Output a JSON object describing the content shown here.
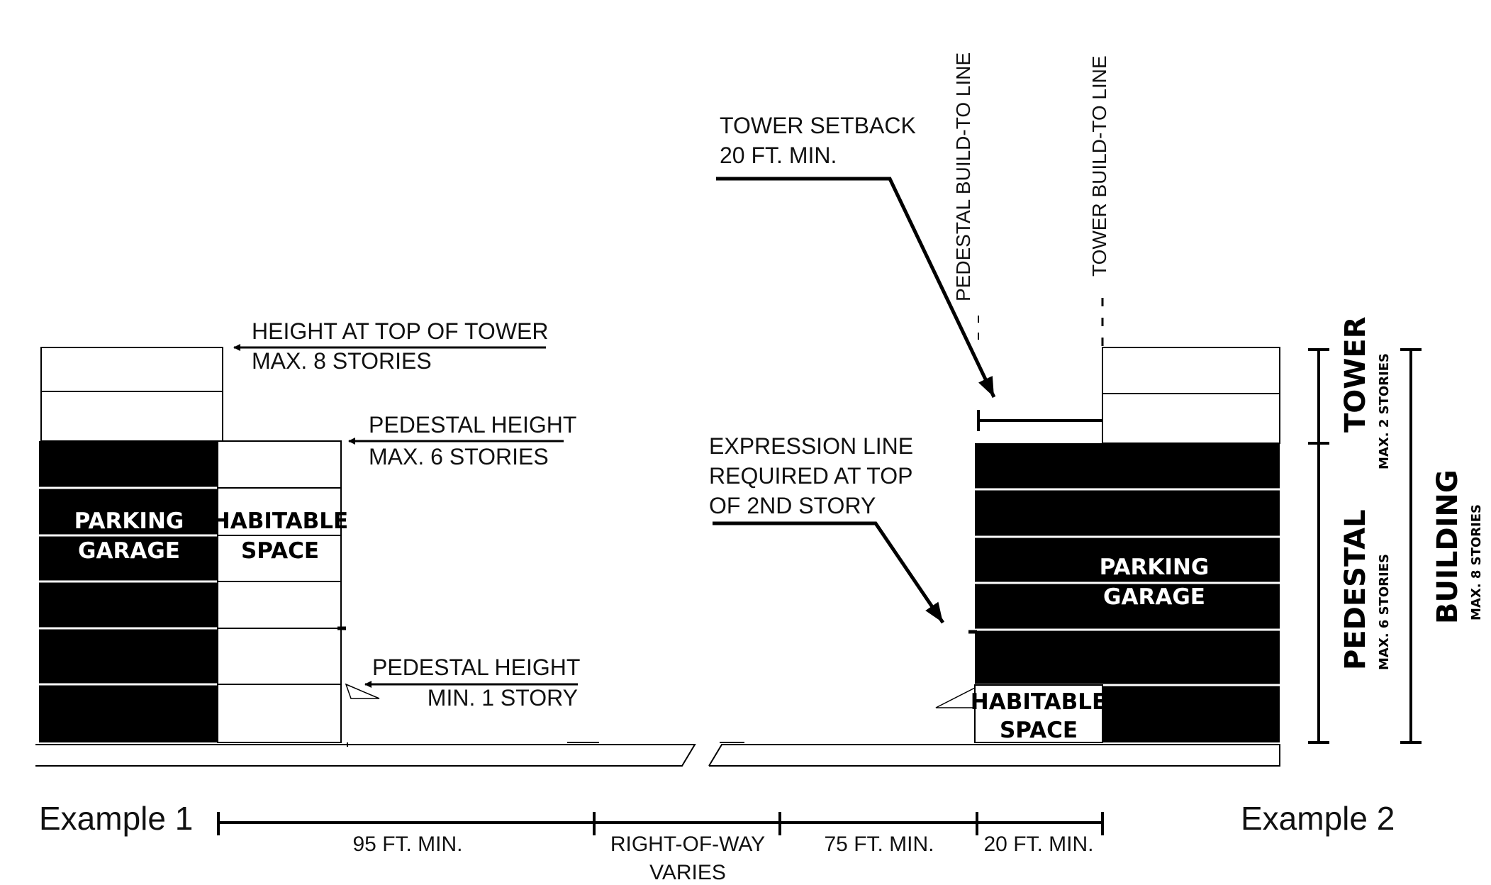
{
  "labels": {
    "height_top_tower_l1": "HEIGHT AT TOP OF TOWER",
    "height_top_tower_l2": "MAX. 8 STORIES",
    "pedestal_height_max_l1": "PEDESTAL HEIGHT",
    "pedestal_height_max_l2": "MAX. 6 STORIES",
    "pedestal_height_min_l1": "PEDESTAL HEIGHT",
    "pedestal_height_min_l2": "MIN. 1 STORY",
    "tower_setback_l1": "TOWER SETBACK",
    "tower_setback_l2": "20 FT. MIN.",
    "expression_l1": "EXPRESSION LINE",
    "expression_l2": "REQUIRED AT TOP",
    "expression_l3": "OF 2ND STORY",
    "pedestal_btl": "PEDESTAL BUILD-TO LINE",
    "tower_btl": "TOWER BUILD-TO LINE"
  },
  "blocks": {
    "parking1_l1": "PARKING",
    "parking1_l2": "GARAGE",
    "habitable1_l1": "HABITABLE",
    "habitable1_l2": "SPACE",
    "parking2_l1": "PARKING",
    "parking2_l2": "GARAGE",
    "habitable2_l1": "HABITABLE",
    "habitable2_l2": "SPACE"
  },
  "side": {
    "tower": "TOWER",
    "tower_sub": "MAX. 2 STORIES",
    "pedestal": "PEDESTAL",
    "pedestal_sub": "MAX. 6 STORIES",
    "building": "BUILDING",
    "building_sub": "MAX. 8 STORIES"
  },
  "dimensions": {
    "d1": "95 FT. MIN.",
    "d2_l1": "RIGHT-OF-WAY",
    "d2_l2": "VARIES",
    "d3": "75 FT. MIN.",
    "d4": "20 FT. MIN."
  },
  "examples": {
    "ex1": "Example 1",
    "ex2": "Example 2"
  }
}
